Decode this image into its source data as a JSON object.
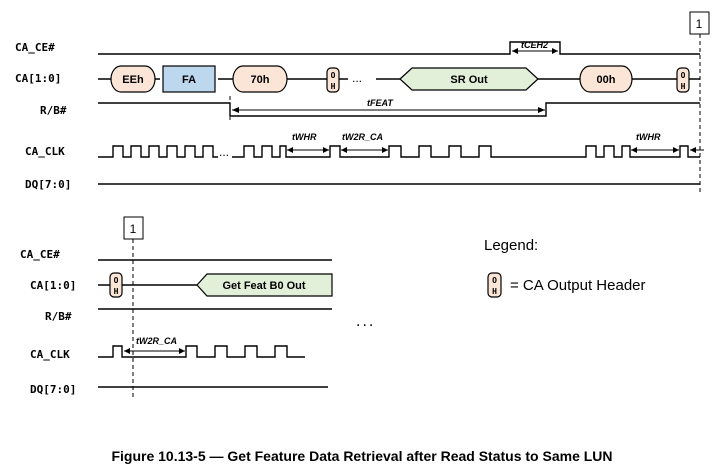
{
  "top": {
    "signals": [
      "CA_CE#",
      "CA[1:0]",
      "R/B#",
      "CA_CLK",
      "DQ[7:0]"
    ],
    "boxes": {
      "ee": "EEh",
      "fa": "FA",
      "cmd70": "70h",
      "sr_out": "SR Out",
      "cmd00": "00h"
    },
    "timing": {
      "tceh2": "tCEH2",
      "tfeat": "tFEAT",
      "twhr_1": "tWHR",
      "tw2r_ca": "tW2R_CA",
      "twhr_2": "tWHR"
    },
    "clk_ellipsis": "...",
    "marker": "1"
  },
  "bottom": {
    "signals": [
      "CA_CE#",
      "CA[1:0]",
      "R/B#",
      "CA_CLK",
      "DQ[7:0]"
    ],
    "boxes": {
      "get_feat": "Get Feat B0 Out"
    },
    "timing": {
      "tw2r_ca": "tW2R_CA"
    },
    "marker": "1",
    "continuation": "..."
  },
  "output_header": {
    "line1": "O",
    "line2": "H"
  },
  "legend": {
    "title": "Legend:",
    "item": "= CA Output Header"
  },
  "caption": "Figure 10.13-5 — Get Feature Data Retrieval after Read Status to Same LUN",
  "colors": {
    "peach": "#fbe5d6",
    "blue": "#bdd7ee",
    "green": "#e2f0d9",
    "oh_fill": "#fbe5d6"
  }
}
